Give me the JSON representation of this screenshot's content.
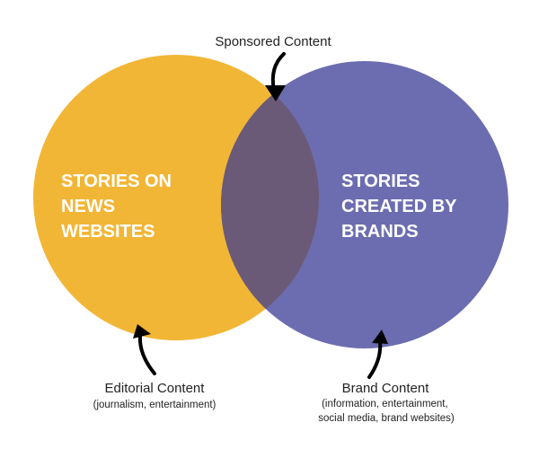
{
  "diagram": {
    "type": "venn",
    "colors": {
      "left_circle": "#F2B636",
      "right_circle": "#6C6DB0",
      "overlap": "#6A5A78",
      "callout_text": "#222222",
      "circle_text": "#FFFFFF",
      "arrow": "#000000"
    },
    "left_circle": {
      "label_lines": [
        "STORIES ON",
        "NEWS",
        "WEBSITES"
      ]
    },
    "right_circle": {
      "label_lines": [
        "STORIES",
        "CREATED BY",
        "BRANDS"
      ]
    },
    "callouts": {
      "overlap": {
        "title": "Sponsored Content",
        "pointer": "arrow-down-icon"
      },
      "left": {
        "title": "Editorial Content",
        "subtitle_lines": [
          "(journalism, entertainment)"
        ],
        "pointer": "arrow-up-icon"
      },
      "right": {
        "title": "Brand Content",
        "subtitle_lines": [
          "(information, entertainment,",
          "social media, brand websites)"
        ],
        "pointer": "arrow-up-icon"
      }
    }
  }
}
